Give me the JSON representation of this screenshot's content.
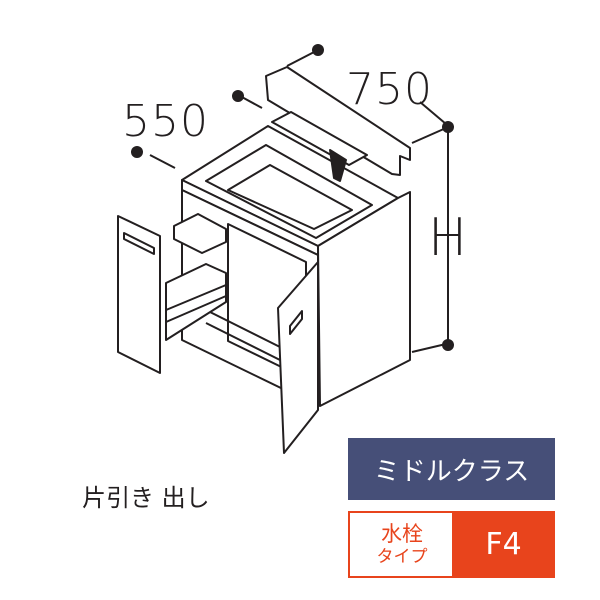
{
  "colors": {
    "line": "#231f20",
    "class_badge_bg": "#464f78",
    "type_badge_accent": "#e8441c"
  },
  "dimensions": {
    "depth": "550",
    "width": "750",
    "height": "H"
  },
  "caption": "片引き 出し",
  "badges": {
    "class_label": "ミドルクラス",
    "type_label_line1": "水栓",
    "type_label_line2": "タイプ",
    "type_code": "F4"
  }
}
